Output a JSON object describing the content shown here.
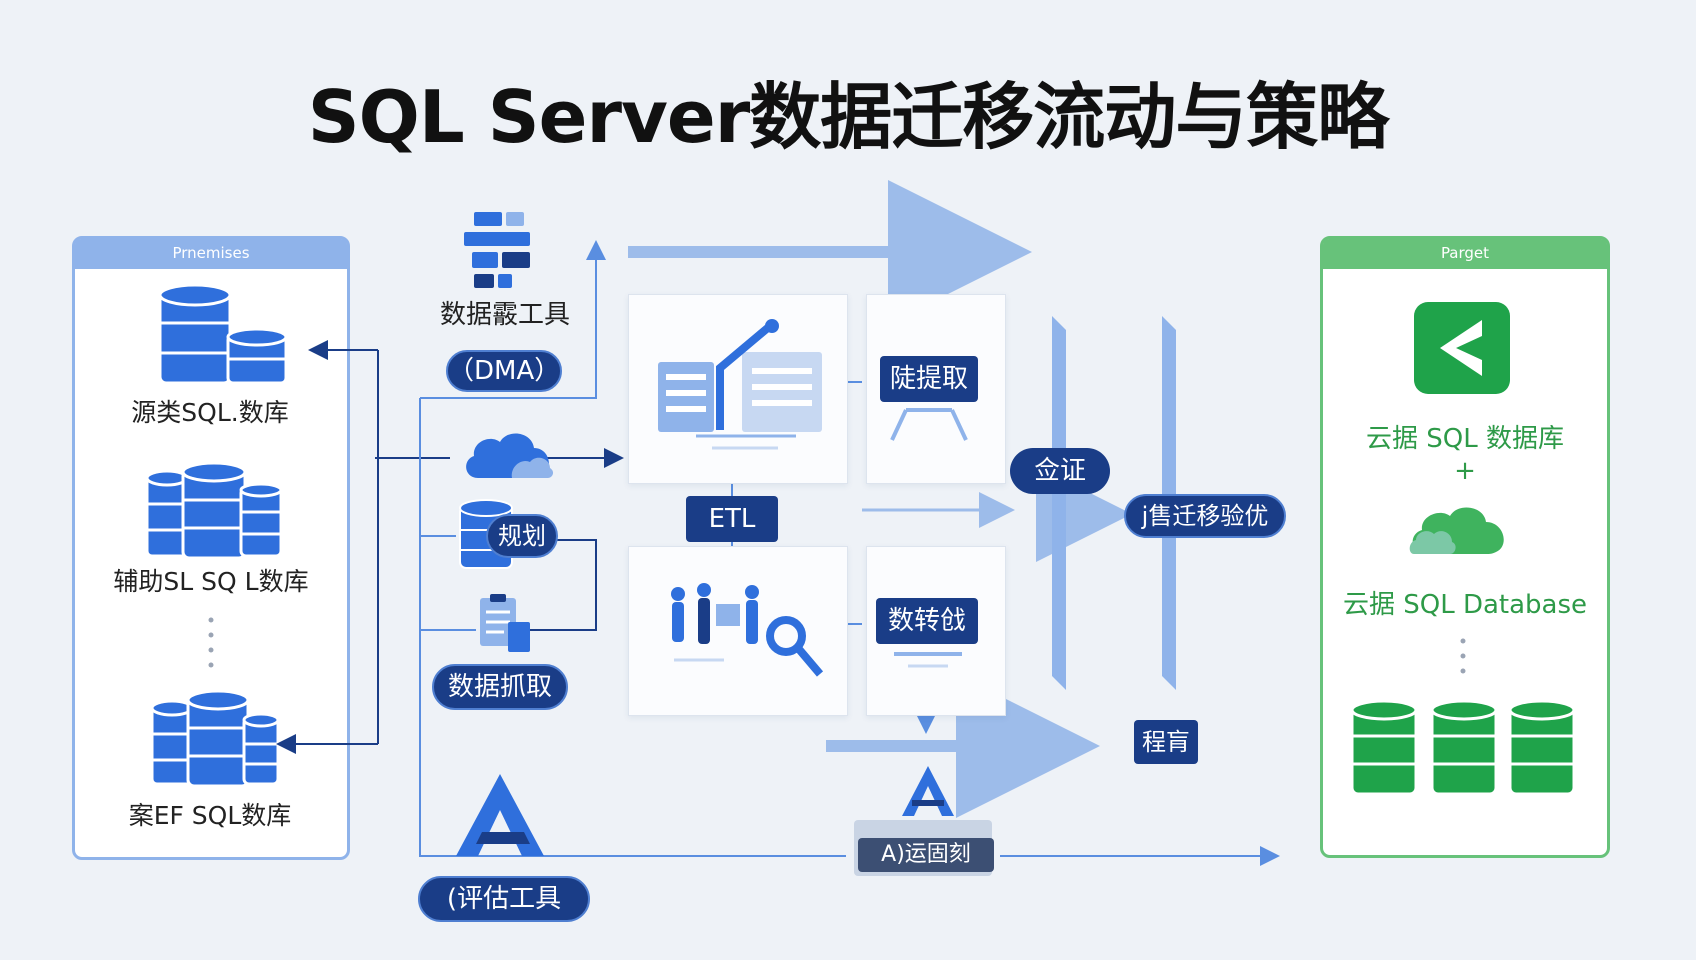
{
  "title": "SQL Server数据迁移流动与策略",
  "source_panel": {
    "header": "Pr­nemises",
    "items": [
      {
        "label": "源类SQL.数库"
      },
      {
        "label": "辅助SL SQ L数库"
      },
      {
        "label": "案EF SQL数库"
      }
    ]
  },
  "target_panel": {
    "header": "Parget",
    "items": [
      {
        "label": "云据 SQL 数据库"
      },
      {
        "label": "+"
      },
      {
        "label": "云据 SQL Database"
      }
    ]
  },
  "tools": {
    "dma_caption": "数据霰工具",
    "dma_pill": "（DMA）",
    "plan_pill": "规划",
    "extract_pill": "数据抓取",
    "assess_pill": "(评估工具"
  },
  "process": {
    "etl": "ETL",
    "extract_box": "陡提取",
    "transform_box": "数转戗",
    "validate_pill": "佥证",
    "post_pill": "j售迁移验优",
    "small_box": "程肓",
    "ai_label": "A)运固刻"
  },
  "colors": {
    "navy": "#1a3d87",
    "blue": "#2f6fdc",
    "light_blue": "#8fb3ea",
    "green": "#2e9a48",
    "arrow": "#9dbcea"
  }
}
